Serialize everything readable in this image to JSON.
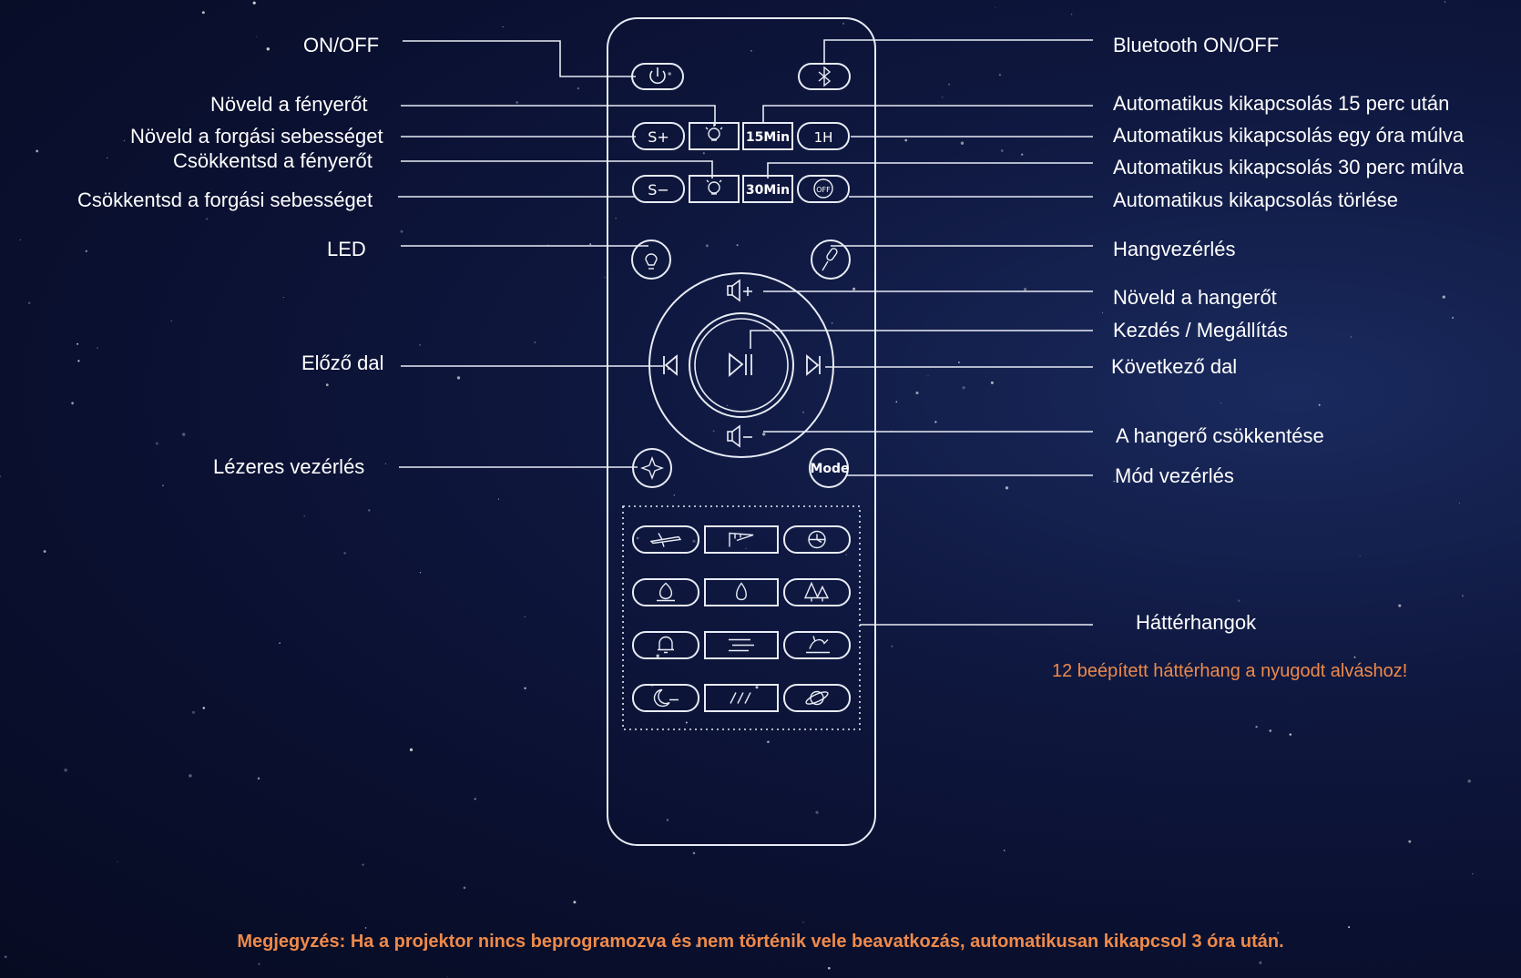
{
  "labels_left": {
    "on_off": "ON/OFF",
    "brightness_up": "Növeld a fényerőt",
    "speed_up": "Növeld a forgási sebességet",
    "brightness_down": "Csökkentsd a fényerőt",
    "speed_down": "Csökkentsd a forgási sebességet",
    "led": "LED",
    "prev_song": "Előző dal",
    "laser": "Lézeres vezérlés"
  },
  "labels_right": {
    "bluetooth": "Bluetooth ON/OFF",
    "timer_15": "Automatikus kikapcsolás 15 perc után",
    "timer_1h": "Automatikus kikapcsolás egy óra múlva",
    "timer_30": "Automatikus kikapcsolás 30 perc múlva",
    "timer_cancel": "Automatikus kikapcsolás törlése",
    "voice": "Hangvezérlés",
    "volume_up": "Növeld a hangerőt",
    "play_pause": "Kezdés / Megállítás",
    "next_song": "Következő dal",
    "volume_down": "A hangerő csökkentése",
    "mode": "Mód vezérlés",
    "background_sounds": "Háttérhangok"
  },
  "background_sounds_subtitle": "12 beépített háttérhang a nyugodt alváshoz!",
  "note": "Megjegyzés: Ha a projektor nincs beprogramozva és nem történik vele beavatkozás, automatikusan kikapcsol 3 óra után.",
  "buttons": {
    "speed_up": "S+",
    "speed_down": "S−",
    "timer_15": "15Min",
    "timer_30": "30Min",
    "timer_1h": "1H",
    "timer_off": "OFF",
    "mode": "Mode"
  },
  "sound_buttons": [
    "airplane-icon",
    "flag-wind-icon",
    "clock-icon",
    "campfire-icon",
    "water-drop-icon",
    "forest-icon",
    "bell-icon",
    "wind-icon",
    "bird-icon",
    "sleeping-moon-icon",
    "rain-icon",
    "planet-icon"
  ],
  "colors": {
    "accent": "#ee8a4a",
    "line": "#e8ecf5",
    "background": "#0a1030"
  }
}
